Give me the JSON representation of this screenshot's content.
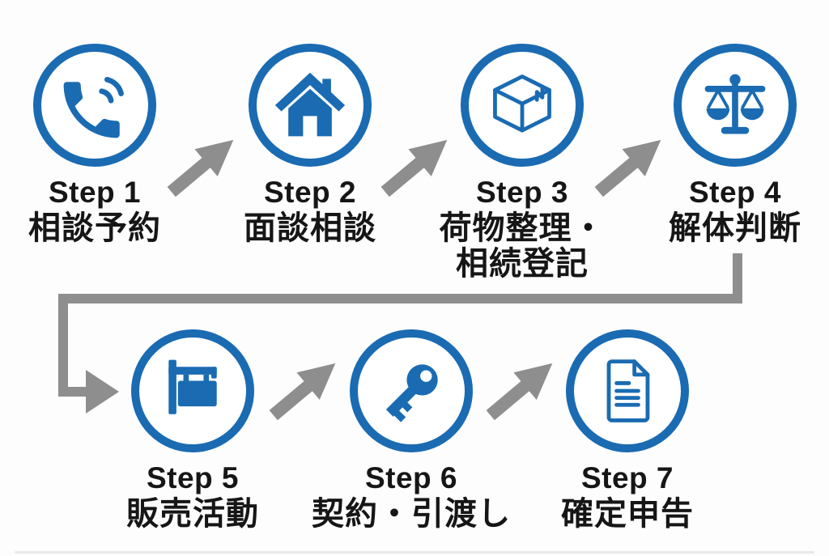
{
  "colors": {
    "accent_blue": "#1a6bb2",
    "arrow_gray": "#8e8e8e",
    "text_color": "#161616",
    "background": "#fdfdfd"
  },
  "steps": [
    {
      "label": "Step 1",
      "caption": "相談予約",
      "icon": "phone-icon"
    },
    {
      "label": "Step 2",
      "caption": "面談相談",
      "icon": "house-icon"
    },
    {
      "label": "Step 3",
      "caption": "荷物整理・相続登記",
      "caption_lines": [
        "荷物整理・",
        "相続登記"
      ],
      "icon": "package-box-icon"
    },
    {
      "label": "Step 4",
      "caption": "解体判断",
      "icon": "balance-scale-icon"
    },
    {
      "label": "Step 5",
      "caption": "販売活動",
      "icon": "signboard-icon"
    },
    {
      "label": "Step 6",
      "caption": "契約・引渡し",
      "icon": "key-icon"
    },
    {
      "label": "Step 7",
      "caption": "確定申告",
      "icon": "document-icon"
    }
  ]
}
